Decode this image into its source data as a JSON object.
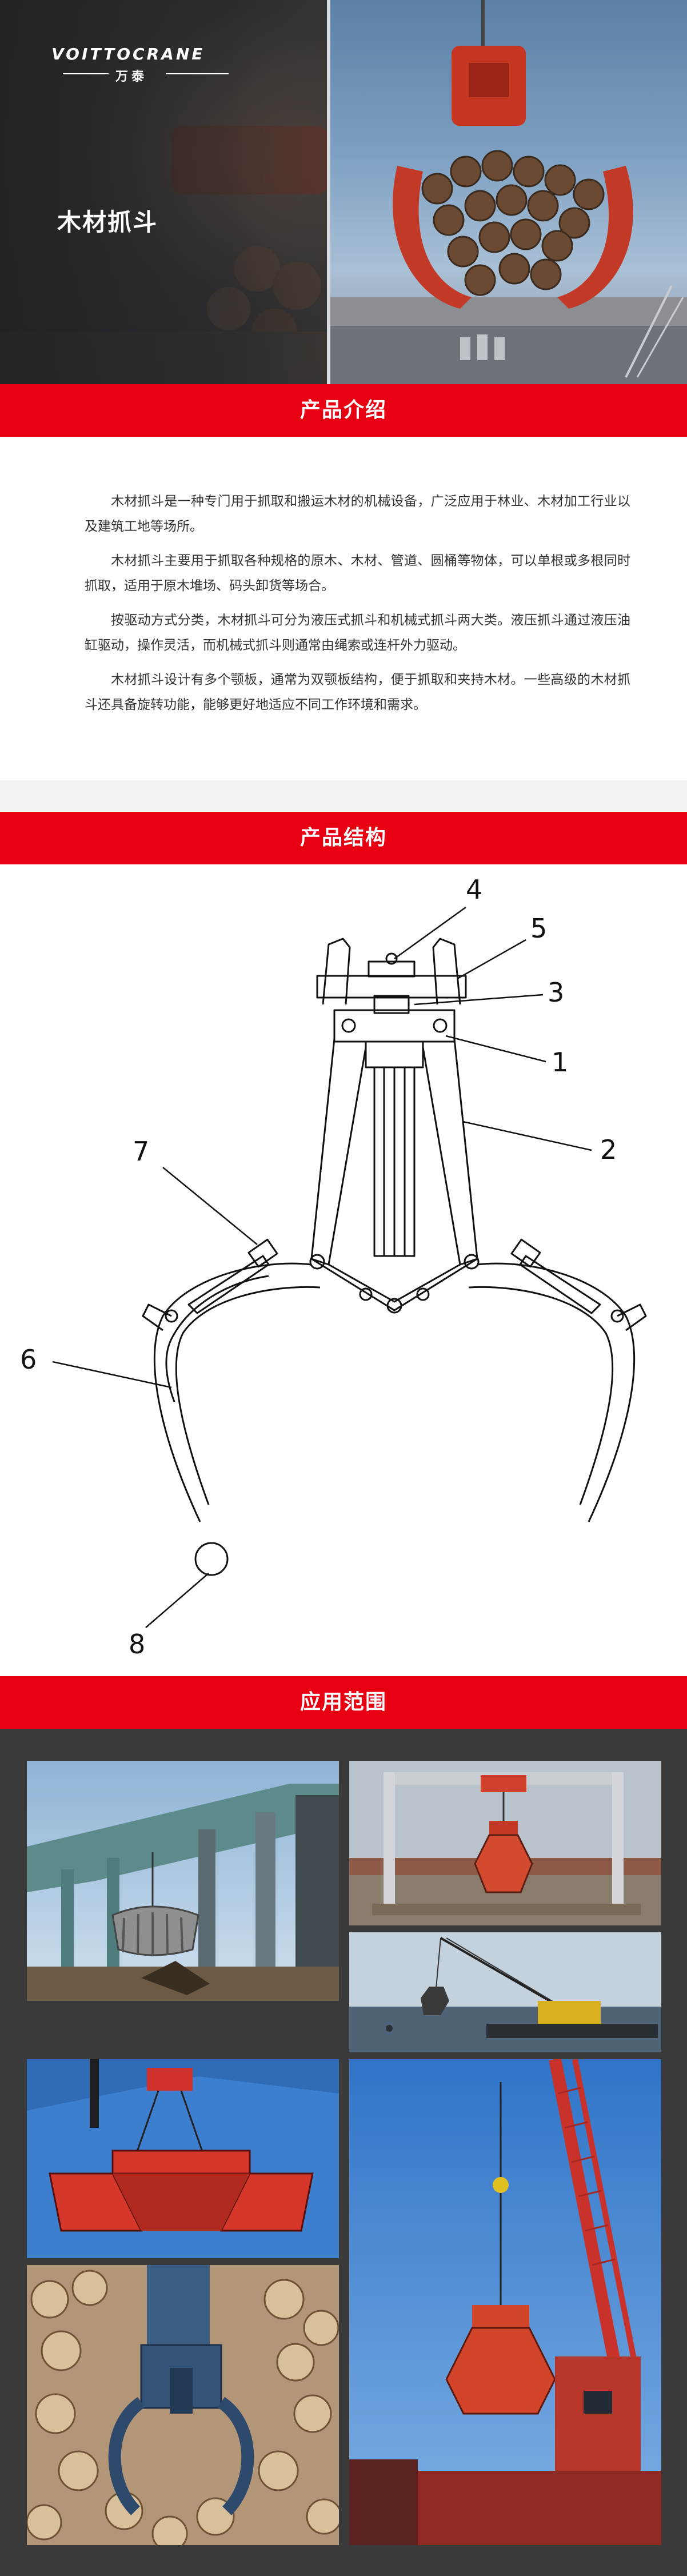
{
  "hero": {
    "brand_name": "VOITTOCRANE",
    "brand_sub": "万泰",
    "title": "木材抓斗"
  },
  "sections": {
    "intro_title": "产品介绍",
    "structure_title": "产品结构",
    "application_title": "应用范围"
  },
  "intro": {
    "paragraphs": [
      "木材抓斗是一种专门用于抓取和搬运木材的机械设备，广泛应用于林业、木材加工行业以及建筑工地等场所。",
      "木材抓斗主要用于抓取各种规格的原木、木材、管道、圆桶等物体，可以单根或多根同时抓取，适用于原木堆场、码头卸货等场合。",
      "按驱动方式分类，木材抓斗可分为液压式抓斗和机械式抓斗两大类。液压抓斗通过液压油缸驱动，操作灵活，而机械式抓斗则通常由绳索或连杆外力驱动。",
      "木材抓斗设计有多个颚板，通常为双颚板结构，便于抓取和夹持木材。一些高级的木材抓斗还具备旋转功能，能够更好地适应不同工作环境和需求。"
    ]
  },
  "structure": {
    "labels": [
      "1",
      "2",
      "3",
      "4",
      "5",
      "6",
      "7",
      "8"
    ]
  },
  "colors": {
    "accent": "#e60012",
    "app_background": "#3a3a3a"
  }
}
